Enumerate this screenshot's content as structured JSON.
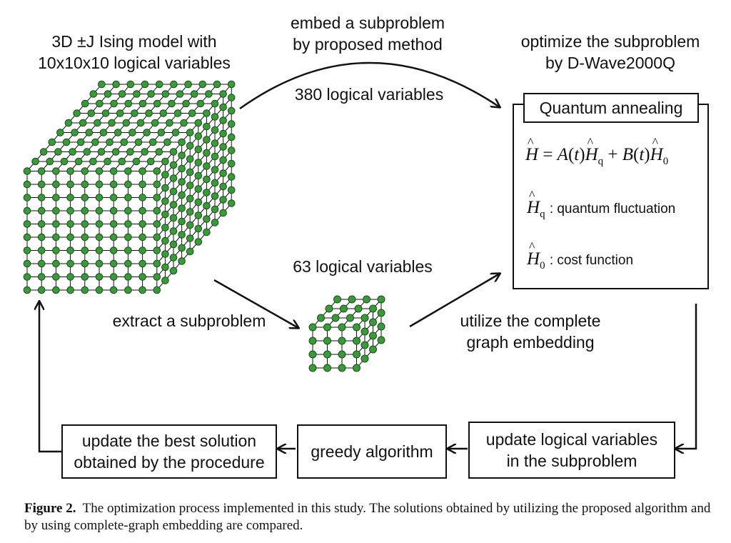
{
  "labels": {
    "model_line1": "3D ±J Ising model with",
    "model_line2": "10x10x10 logical variables",
    "embed_line1": "embed a subproblem",
    "embed_line2": "by proposed method",
    "optimize_line1": "optimize the subproblem",
    "optimize_line2": "by D-Wave2000Q",
    "vars_380": "380 logical variables",
    "vars_63": "63 logical variables",
    "extract": "extract a subproblem",
    "utilize_line1": "utilize the complete",
    "utilize_line2": "graph embedding"
  },
  "quantum_box": {
    "title": "Quantum annealing",
    "hq_desc": ": quantum fluctuation",
    "h0_desc": ": cost function"
  },
  "boxes": {
    "update_best_line1": "update the best solution",
    "update_best_line2": "obtained by the procedure",
    "greedy": "greedy algorithm",
    "update_logical_line1": "update logical variables",
    "update_logical_line2": "in the subproblem"
  },
  "caption": {
    "label": "Figure 2.",
    "text": "The optimization process implemented in this study. The solutions obtained by utilizing the proposed algorithm and by using complete-graph embedding are compared."
  },
  "colors": {
    "node_fill": "#3a9a3a",
    "node_stroke": "#1a4d1a",
    "line": "#111111"
  }
}
